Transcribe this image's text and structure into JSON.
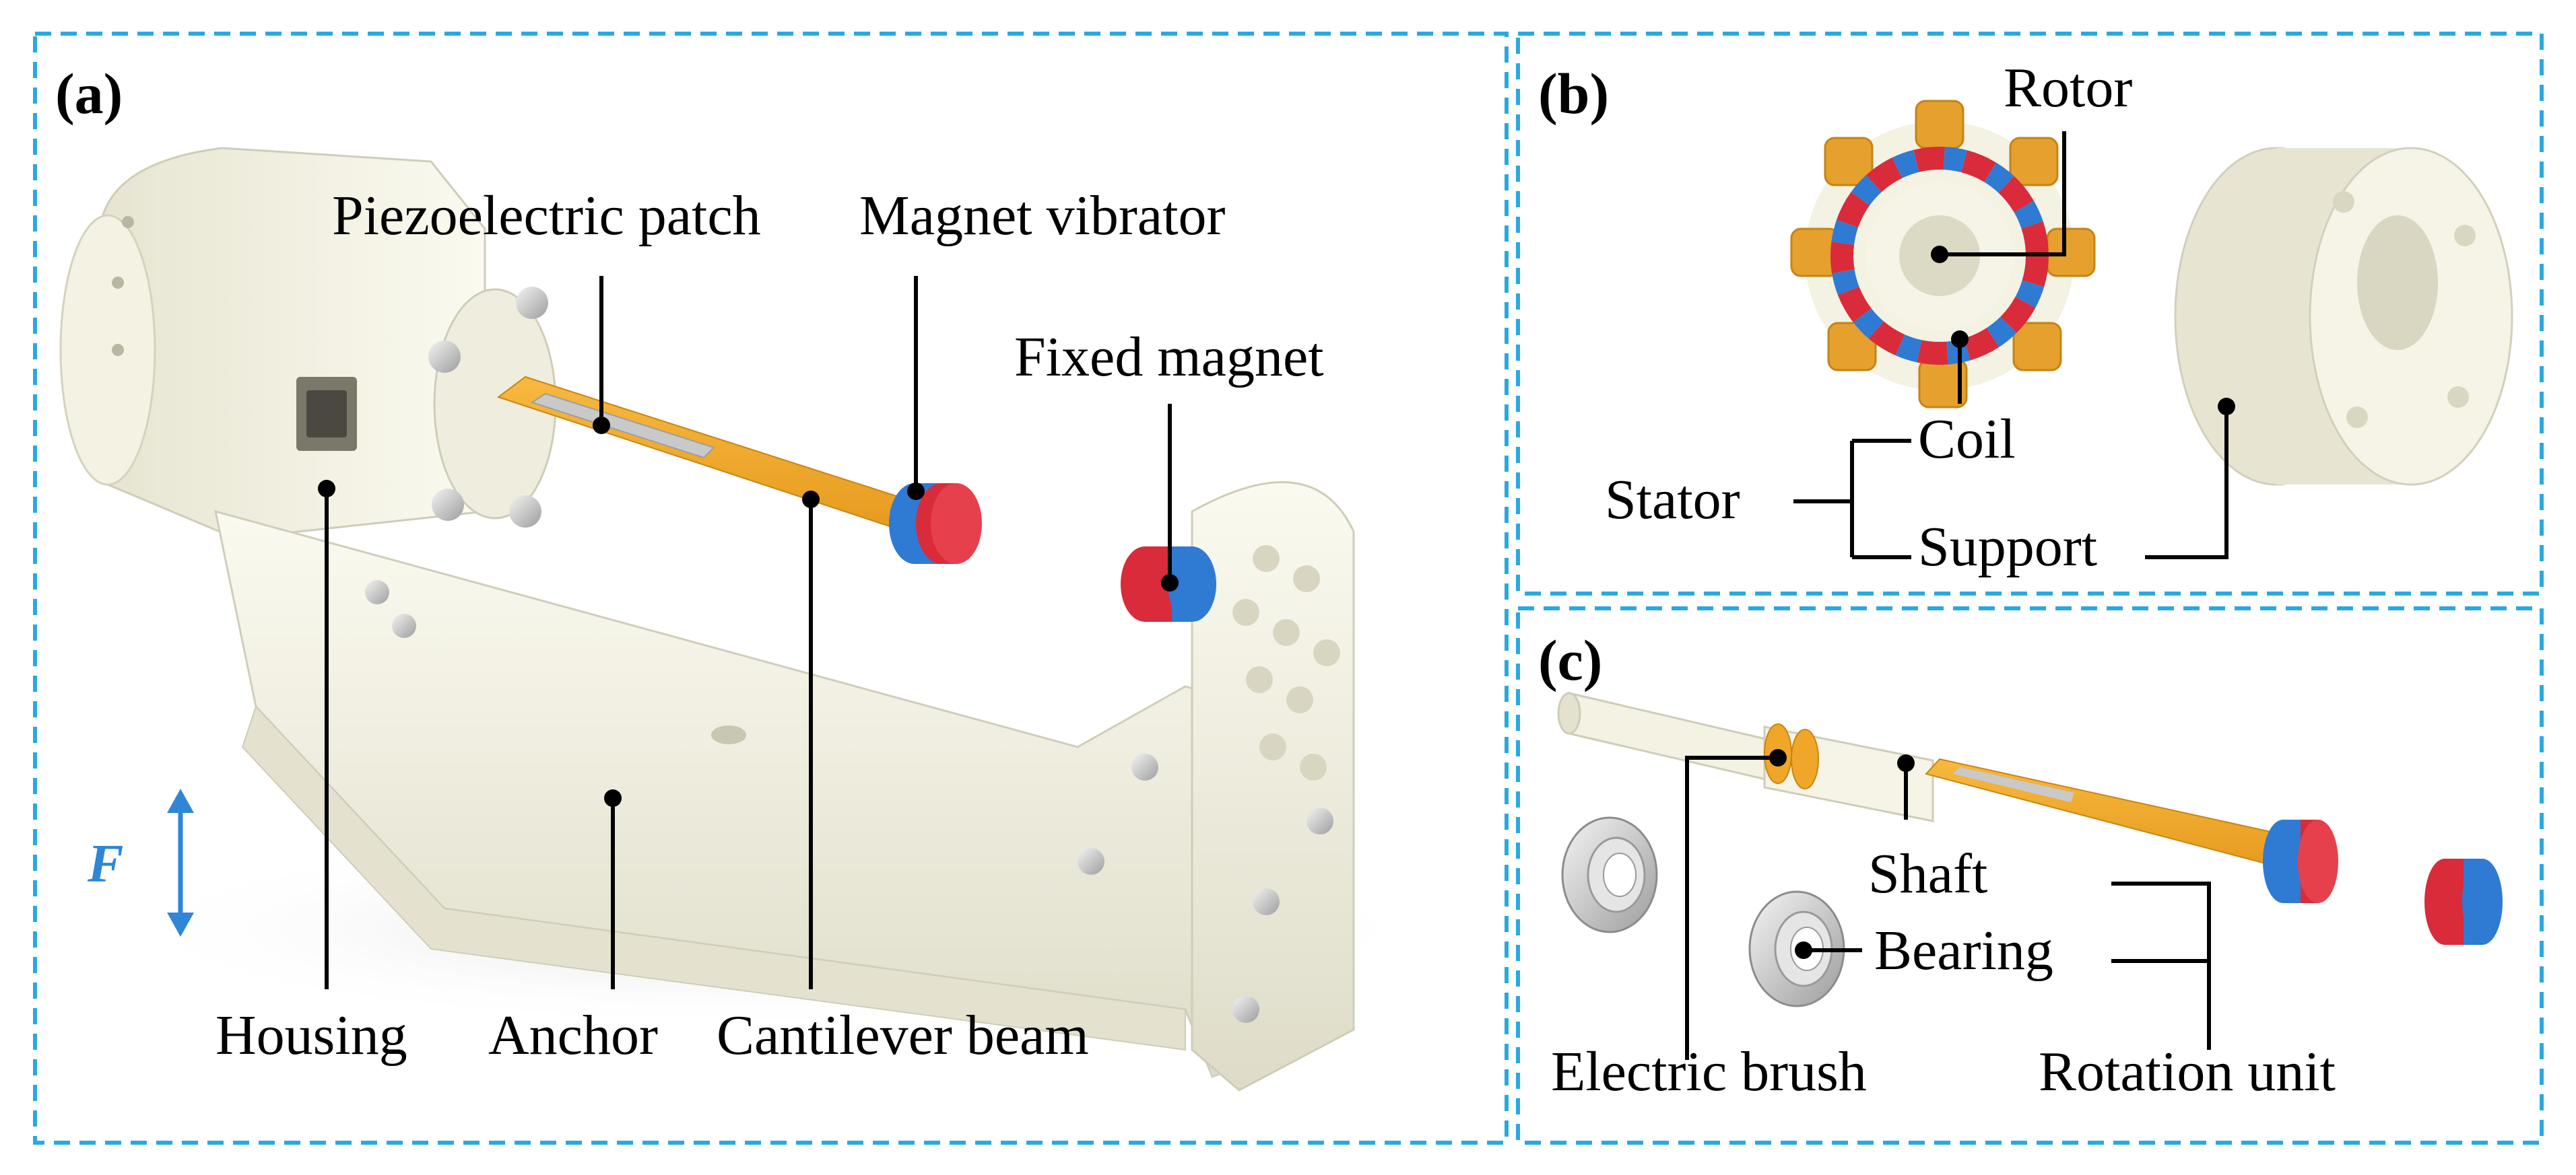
{
  "colors": {
    "frame": "#29a9e0",
    "force": "#2f86d6",
    "housing": "#f1f0e1",
    "beam": "#f0a629",
    "magnet_red": "#d92b3a",
    "magnet_blue": "#2f7ad3",
    "leader": "#000000"
  },
  "panels": {
    "a": {
      "letter": "(a)",
      "labels": {
        "piezo_patch": "Piezoelectric patch",
        "magnet_vibrator": "Magnet vibrator",
        "fixed_magnet": "Fixed magnet",
        "housing": "Housing",
        "anchor": "Anchor",
        "cantilever_beam": "Cantilever beam",
        "force": "F"
      }
    },
    "b": {
      "letter": "(b)",
      "labels": {
        "rotor": "Rotor",
        "coil": "Coil",
        "stator": "Stator",
        "support": "Support"
      }
    },
    "c": {
      "letter": "(c)",
      "labels": {
        "shaft": "Shaft",
        "bearing": "Bearing",
        "electric_brush": "Electric brush",
        "rotation_unit": "Rotation unit"
      }
    }
  }
}
